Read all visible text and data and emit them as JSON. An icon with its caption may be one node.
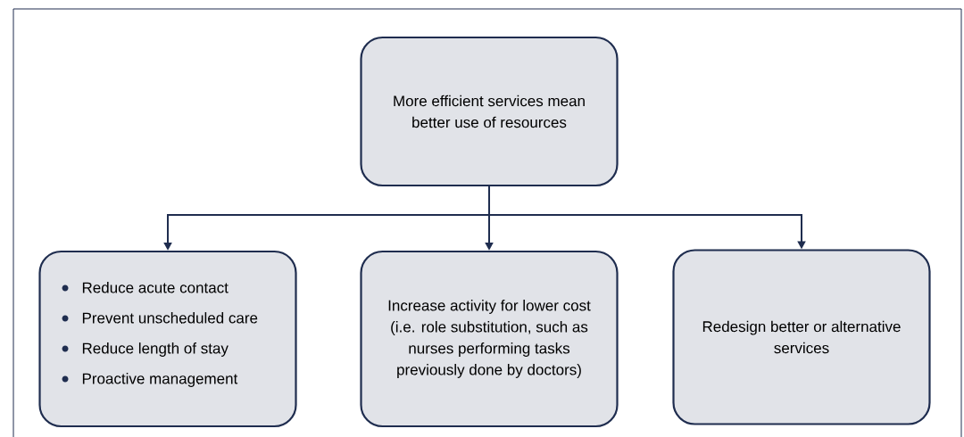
{
  "diagram": {
    "nodes": [
      {
        "text": [
          "More efficient services mean better use of resources"
        ]
      },
      {
        "text": [
          "Reduce acute contact",
          "Prevent unscheduled care",
          "Reduce length of stay",
          "Proactive management"
        ]
      },
      {
        "text": [
          "Increase activity for lower cost (i.e. role substitution, such as nurses performing tasks previously done by doctors)"
        ]
      },
      {
        "text": [
          "Redesign better or alternative services"
        ]
      }
    ],
    "edges": [
      {
        "from": 0,
        "to": 1,
        "arrow": "to"
      },
      {
        "from": 0,
        "to": 2,
        "arrow": "to"
      },
      {
        "from": 0,
        "to": 3,
        "arrow": "to"
      }
    ]
  }
}
